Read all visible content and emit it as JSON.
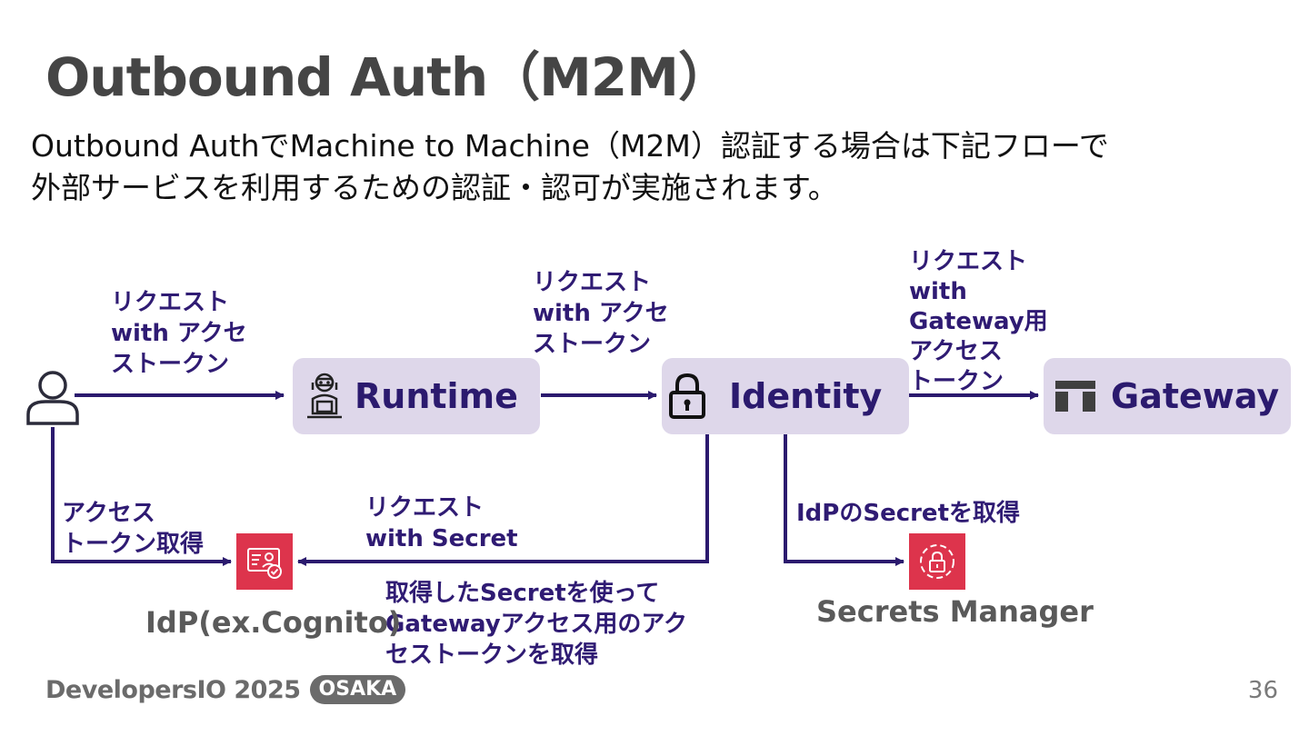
{
  "title": "Outbound Auth（M2M）",
  "description": {
    "line1": "Outbound AuthでMachine to Machine（M2M）認証する場合は下記フローで",
    "line2": "外部サービスを利用するための認証・認可が実施されます。"
  },
  "nodes": {
    "runtime": {
      "label": "Runtime",
      "icon": "robot-icon"
    },
    "identity": {
      "label": "Identity",
      "icon": "lock-icon"
    },
    "gateway": {
      "label": "Gateway",
      "icon": "gateway-icon"
    }
  },
  "labels": {
    "user_to_runtime": [
      "リクエスト",
      "with アクセ",
      "ストークン"
    ],
    "runtime_to_identity": [
      "リクエスト",
      "with アクセ",
      "ストークン"
    ],
    "identity_to_gateway": [
      "リクエスト",
      "with",
      "Gateway用",
      "アクセス",
      "トークン"
    ],
    "user_to_idp": [
      "アクセス",
      "トークン取得"
    ],
    "identity_to_idp": [
      "リクエスト",
      "with Secret"
    ],
    "identity_to_secrets": "IdPのSecretを取得",
    "secret_usage": [
      "取得したSecretを使って",
      "Gatewayアクセス用のアク",
      "セストークンを取得"
    ]
  },
  "services": {
    "idp": "IdP(ex.Cognito)",
    "secrets_manager": "Secrets Manager"
  },
  "colors": {
    "node_bg": "#ded7ea",
    "accent": "#2b1a6e",
    "aws_red": "#dd344c"
  },
  "footer": {
    "brand": "DevelopersIO 2025",
    "badge": "OSAKA",
    "page_number": "36"
  }
}
